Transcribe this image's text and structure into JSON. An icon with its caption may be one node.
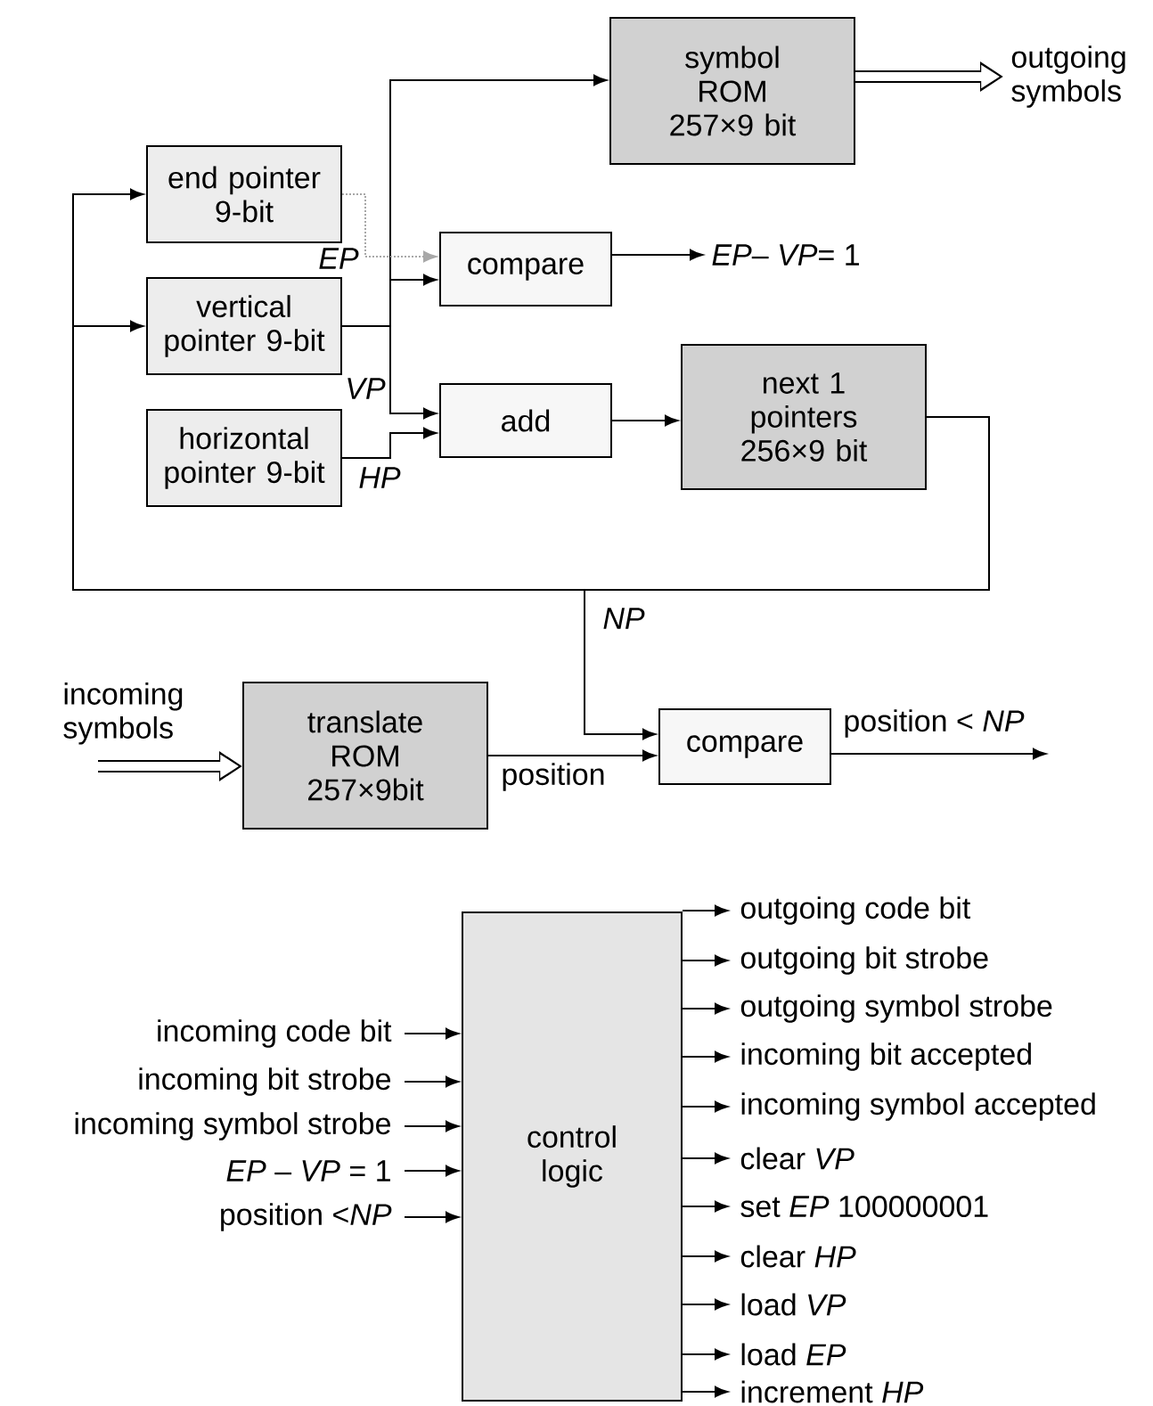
{
  "diagram": {
    "nodes": [
      {
        "text": [
          "end pointer 9-bit"
        ]
      },
      {
        "text": [
          "vertical pointer 9-bit"
        ]
      },
      {
        "text": [
          "horizontal pointer 9-bit"
        ]
      },
      {
        "text": [
          "symbol ROM 257×9 bit"
        ]
      },
      {
        "text": [
          "compare"
        ]
      },
      {
        "text": [
          "add"
        ]
      },
      {
        "text": [
          "next 1 pointers 256×9 bit"
        ]
      },
      {
        "text": [
          "translate ROM 257×9bit"
        ]
      },
      {
        "text": [
          "compare"
        ]
      },
      {
        "text": [
          "control logic"
        ]
      },
      {
        "text": [
          "outgoing symbols"
        ]
      },
      {
        "text": [
          "*EP*– *VP*= 1"
        ]
      },
      {
        "text": [
          "incoming symbols"
        ]
      },
      {
        "text": [
          "incoming code bit"
        ]
      },
      {
        "text": [
          "incoming bit strobe"
        ]
      },
      {
        "text": [
          "incoming symbol strobe"
        ]
      },
      {
        "text": [
          "*EP* – *VP*  = 1"
        ]
      },
      {
        "text": [
          "position <*NP*"
        ]
      },
      {
        "text": [
          "outgoing code bit"
        ]
      },
      {
        "text": [
          "outgoing bit strobe"
        ]
      },
      {
        "text": [
          "outgoing symbol strobe"
        ]
      },
      {
        "text": [
          "incoming bit accepted"
        ]
      },
      {
        "text": [
          "incoming symbol accepted"
        ]
      },
      {
        "text": [
          "clear *VP*"
        ]
      },
      {
        "text": [
          "set *EP* 100000001"
        ]
      },
      {
        "text": [
          "clear *HP*"
        ]
      },
      {
        "text": [
          "load *VP*"
        ]
      },
      {
        "text": [
          "load *EP*"
        ]
      },
      {
        "text": [
          "increment *HP*"
        ]
      }
    ],
    "edges": [
      {
        "from": 6,
        "to": 0,
        "arrow": "to"
      },
      {
        "from": 6,
        "to": 1,
        "arrow": "to"
      },
      {
        "from": 6,
        "to": 8,
        "arrow": "to",
        "label": "*NP*"
      },
      {
        "from": 1,
        "to": 3,
        "arrow": "to"
      },
      {
        "from": 1,
        "to": 4,
        "arrow": "to"
      },
      {
        "from": 1,
        "to": 5,
        "arrow": "to",
        "label": "*VP*"
      },
      {
        "from": 2,
        "to": 5,
        "arrow": "to",
        "label": "*HP*"
      },
      {
        "from": 0,
        "to": 4,
        "arrow": "to",
        "label": "*EP*",
        "style": "dashed",
        "color": "#a8a8a8"
      },
      {
        "from": 3,
        "to": 10,
        "arrow": "to",
        "style": "thick",
        "color": "#ffffff"
      },
      {
        "from": 4,
        "to": 11,
        "arrow": "to"
      },
      {
        "from": 5,
        "to": 6,
        "arrow": "to"
      },
      {
        "from": 12,
        "to": 7,
        "arrow": "to",
        "style": "thick",
        "color": "#ffffff"
      },
      {
        "from": 7,
        "to": 8,
        "arrow": "to",
        "label": "position"
      },
      {
        "from": 8,
        "to": null,
        "arrow": "to",
        "label": "position < *NP*"
      },
      {
        "from": 13,
        "to": 9,
        "arrow": "to"
      },
      {
        "from": 14,
        "to": 9,
        "arrow": "to"
      },
      {
        "from": 15,
        "to": 9,
        "arrow": "to"
      },
      {
        "from": 16,
        "to": 9,
        "arrow": "to"
      },
      {
        "from": 17,
        "to": 9,
        "arrow": "to"
      },
      {
        "from": 9,
        "to": 18,
        "arrow": "to"
      },
      {
        "from": 9,
        "to": 19,
        "arrow": "to"
      },
      {
        "from": 9,
        "to": 20,
        "arrow": "to"
      },
      {
        "from": 9,
        "to": 21,
        "arrow": "to"
      },
      {
        "from": 9,
        "to": 22,
        "arrow": "to"
      },
      {
        "from": 9,
        "to": 23,
        "arrow": "to"
      },
      {
        "from": 9,
        "to": 24,
        "arrow": "to"
      },
      {
        "from": 9,
        "to": 25,
        "arrow": "to"
      },
      {
        "from": 9,
        "to": 26,
        "arrow": "to"
      },
      {
        "from": 9,
        "to": 27,
        "arrow": "to"
      },
      {
        "from": 9,
        "to": 28,
        "arrow": "to"
      }
    ]
  }
}
